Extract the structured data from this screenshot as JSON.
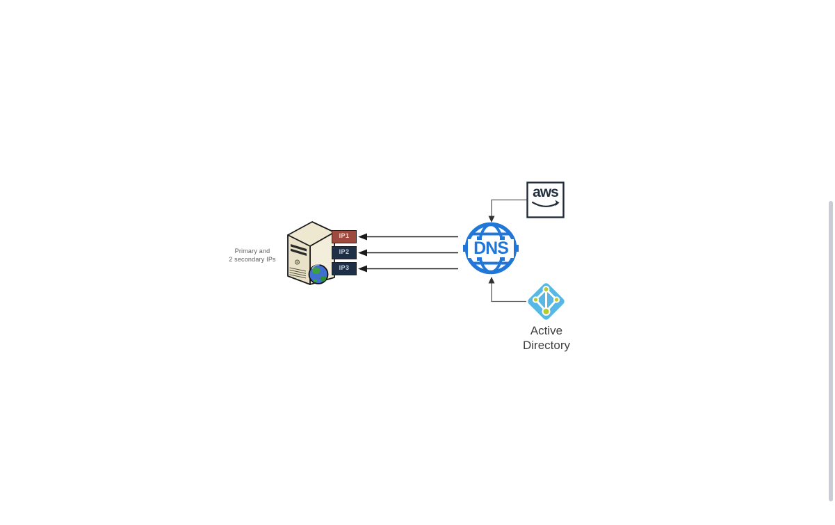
{
  "diagram": {
    "server_label": {
      "line1": "Primary and",
      "line2": "2 secondary IPs"
    },
    "ip_badges": [
      {
        "text": "IP1",
        "bg": "#9e4a3f",
        "fg": "#efd9d2"
      },
      {
        "text": "IP2",
        "bg": "#1e3048",
        "fg": "#c9d1da"
      },
      {
        "text": "IP3",
        "bg": "#1e3048",
        "fg": "#c9d1da"
      }
    ],
    "dns_node": {
      "label": "DNS",
      "color": "#2077d8"
    },
    "aws_node": {
      "label": "aws",
      "color": "#222f3d"
    },
    "ad_node": {
      "label_line1": "Active",
      "label_line2": "Directory",
      "diamond_color": "#57b8e5",
      "node_dot_color": "#b5cb32",
      "label_color": "#3e3e3e"
    },
    "edges": {
      "dns_to_server_arrow_count": 3,
      "arrow_color": "#1a1a1a",
      "connector_color": "#5a5a5a"
    },
    "server_icon_colors": {
      "face_left": "#e9e2c8",
      "face_right": "#f3eedb",
      "face_top": "#eee8d0",
      "outline": "#1a1a1a"
    }
  },
  "scrollbar": {
    "thumb_color": "#c9ccd2"
  }
}
